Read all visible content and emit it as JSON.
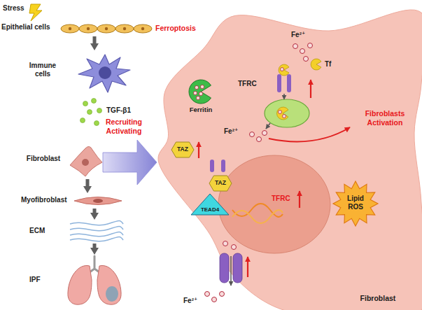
{
  "diagram": {
    "nodes": [
      {
        "text": [
          "Epithelial cells"
        ]
      },
      {
        "text": [
          "Immune cells"
        ]
      },
      {
        "text": [
          "Fibroblast"
        ]
      },
      {
        "text": [
          "Myofibroblast"
        ]
      },
      {
        "text": [
          "ECM"
        ]
      },
      {
        "text": [
          "IPF"
        ]
      },
      {
        "text": [
          "Fibroblast"
        ]
      },
      {
        "text": [
          "Ferritin"
        ],
        "in": 6
      },
      {
        "text": [
          "TAZ"
        ],
        "in": 6
      },
      {
        "text": [
          "TAZ"
        ],
        "in": 6
      },
      {
        "text": [
          "TEAD4"
        ],
        "in": 6
      },
      {
        "text": [
          "Lipid ROS"
        ],
        "in": 6
      }
    ],
    "edges": [
      {
        "from": 0,
        "to": 1,
        "arrow": "to"
      },
      {
        "from": 2,
        "to": 3,
        "arrow": "to"
      },
      {
        "from": 3,
        "to": 4,
        "arrow": "to"
      },
      {
        "from": 4,
        "to": 5,
        "arrow": "to"
      },
      {
        "from": 2,
        "to": 6,
        "label": "Recruiting Activating",
        "arrow": "to"
      }
    ],
    "labels": [
      "Stress",
      "Ferroptosis",
      "TGF-β1",
      "Fe²⁺",
      "Tf",
      "TFRC",
      "Fe²⁺",
      "TFRC",
      "Fibroblasts Activation",
      "Fe²⁺"
    ]
  }
}
